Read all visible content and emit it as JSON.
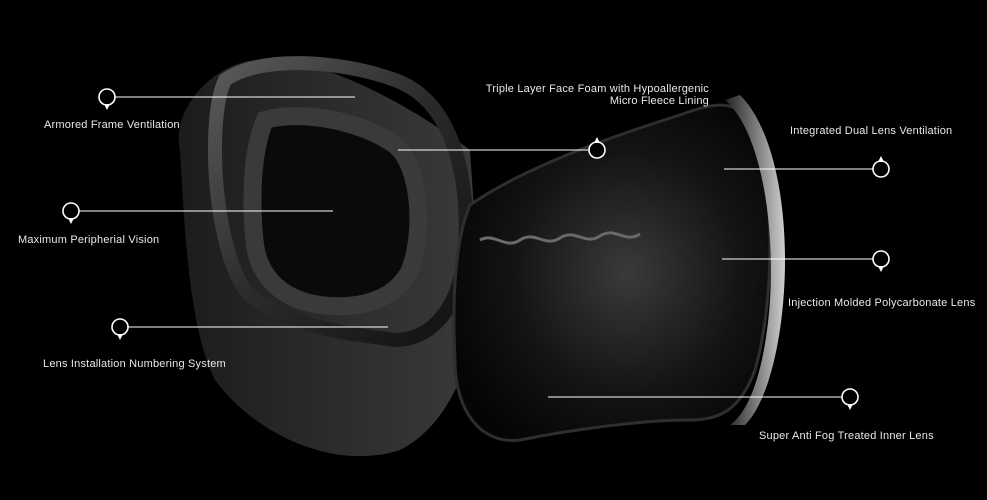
{
  "colors": {
    "background": "#000000",
    "callout_line": "#ffffff",
    "text": "#e8e8e8"
  },
  "callouts": [
    {
      "id": "armored-frame",
      "label": "Armored Frame Ventilation"
    },
    {
      "id": "face-foam",
      "label_line1": "Triple Layer Face Foam with Hypoallergenic",
      "label_line2": "Micro Fleece Lining"
    },
    {
      "id": "dual-lens-vent",
      "label": "Integrated Dual Lens Ventilation"
    },
    {
      "id": "peripheral-vision",
      "label": "Maximum Peripherial Vision"
    },
    {
      "id": "polycarbonate-lens",
      "label": "Injection Molded Polycarbonate Lens"
    },
    {
      "id": "lens-numbering",
      "label": "Lens Installation Numbering System"
    },
    {
      "id": "anti-fog",
      "label": "Super Anti Fog Treated Inner Lens"
    }
  ],
  "icons": {
    "marker": "map-pin-icon"
  }
}
